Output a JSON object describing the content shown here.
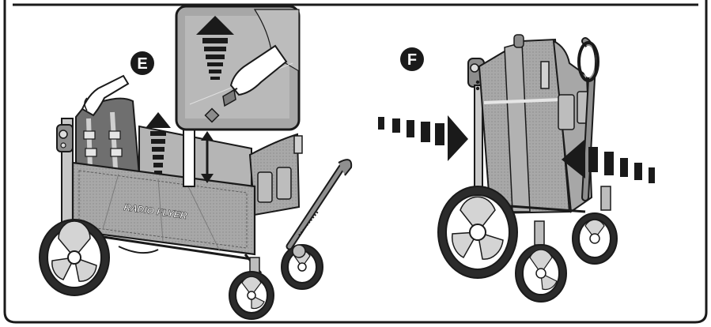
{
  "steps": {
    "e": {
      "label": "E"
    },
    "f": {
      "label": "F"
    }
  },
  "wagon": {
    "brand": "RADIO FLYER"
  },
  "colors": {
    "outline": "#1a1a1a",
    "panel_gray": "#9a9a9a",
    "panel_light": "#c4c4c4",
    "frame_gray": "#7a7a7a",
    "tire_dark": "#2b2b2b"
  },
  "icons": {
    "up_arrow": "striped-up-arrow",
    "push_arrows": "dashed-inward-arrows",
    "double_arrow": "vertical-double-arrow"
  }
}
